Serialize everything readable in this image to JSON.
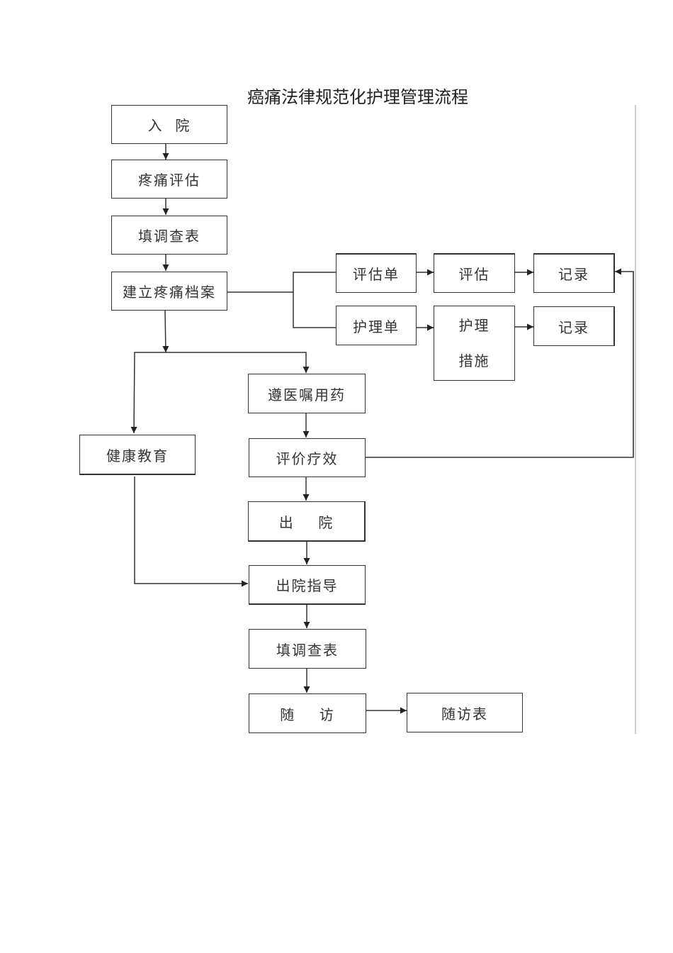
{
  "title": "癌痛法律规范化护理管理流程",
  "colors": {
    "line": "#333333",
    "page_rule": "#9a9a9a",
    "background": "#ffffff"
  },
  "nodes": {
    "admission": "入  院",
    "pain_assessment": "疼痛评估",
    "survey_form_1": "填调查表",
    "pain_file": "建立疼痛档案",
    "assessment_sheet": "评估单",
    "assessment": "评估",
    "record_1": "记录",
    "nursing_sheet": "护理单",
    "nursing_measures": "护理\n措施",
    "record_2": "记录",
    "medication": "遵医嘱用药",
    "health_education": "健康教育",
    "evaluate_effect": "评价疗效",
    "discharge": "出    院",
    "discharge_guidance": "出院指导",
    "survey_form_2": "填调查表",
    "follow_up": "随    访",
    "follow_up_form": "随访表"
  },
  "edges": [
    [
      "admission",
      "pain_assessment"
    ],
    [
      "pain_assessment",
      "survey_form_1"
    ],
    [
      "survey_form_1",
      "pain_file"
    ],
    [
      "pain_file",
      "assessment_sheet"
    ],
    [
      "pain_file",
      "nursing_sheet"
    ],
    [
      "assessment_sheet",
      "assessment"
    ],
    [
      "assessment",
      "record_1"
    ],
    [
      "nursing_sheet",
      "nursing_measures"
    ],
    [
      "nursing_measures",
      "record_2"
    ],
    [
      "pain_file",
      "health_education"
    ],
    [
      "pain_file",
      "medication"
    ],
    [
      "medication",
      "evaluate_effect"
    ],
    [
      "evaluate_effect",
      "record_1"
    ],
    [
      "evaluate_effect",
      "discharge"
    ],
    [
      "health_education",
      "discharge_guidance"
    ],
    [
      "discharge",
      "discharge_guidance"
    ],
    [
      "discharge_guidance",
      "survey_form_2"
    ],
    [
      "survey_form_2",
      "follow_up"
    ],
    [
      "follow_up",
      "follow_up_form"
    ]
  ]
}
